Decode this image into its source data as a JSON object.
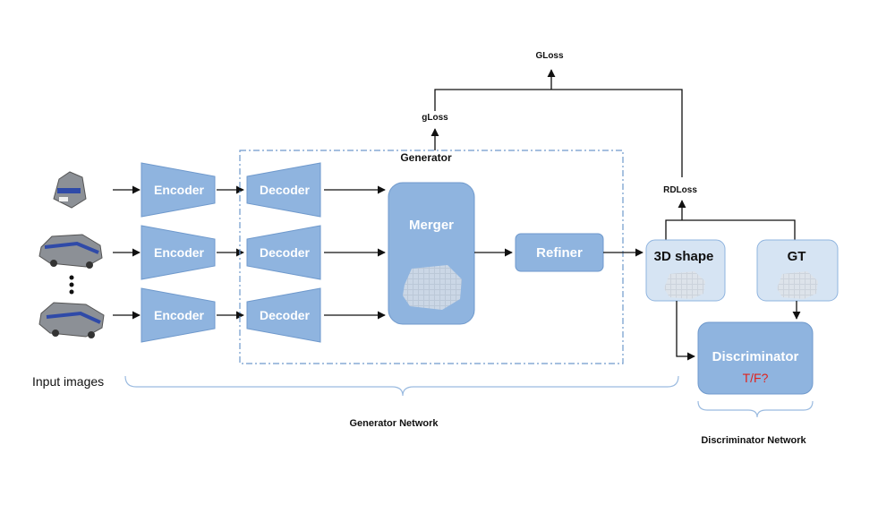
{
  "input_label": "Input images",
  "encoders": [
    "Encoder",
    "Encoder",
    "Encoder"
  ],
  "decoders": [
    "Decoder",
    "Decoder",
    "Decoder"
  ],
  "merger_label": "Merger",
  "refiner_label": "Refiner",
  "generator_label": "Generator",
  "gloss_small": "gLoss",
  "gloss_total": "GLoss",
  "rdloss": "RDLoss",
  "shape_label": "3D shape",
  "gt_label": "GT",
  "discriminator_label": "Discriminator",
  "discriminator_output": "T/F?",
  "generator_network": "Generator Network",
  "discriminator_network": "Discriminator Network",
  "colors": {
    "block": "#8fb4df",
    "block_stroke": "#6f99cc",
    "panel": "#d6e4f3",
    "panel_stroke": "#8fb4df",
    "tf_text": "#e0221c",
    "brace": "#9bbbe0"
  }
}
